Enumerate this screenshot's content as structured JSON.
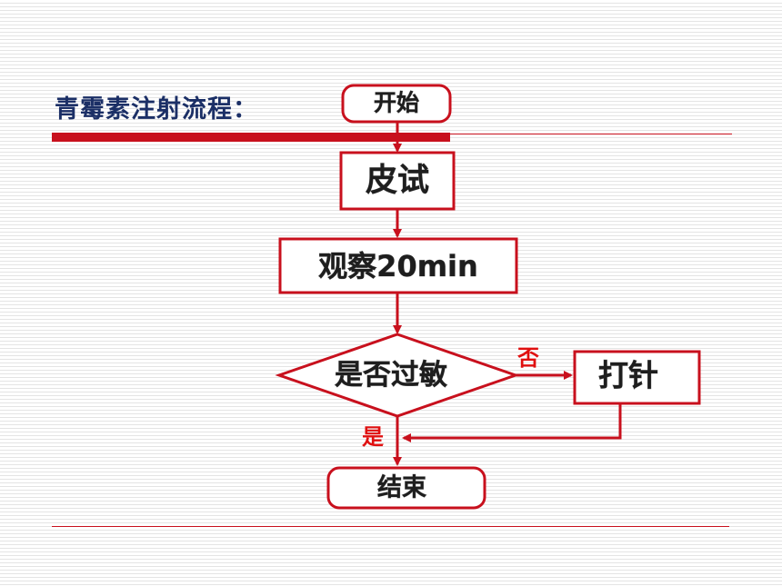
{
  "slide": {
    "title": "青霉素注射流程："
  },
  "flowchart": {
    "nodes": {
      "start": "开始",
      "skin_test": "皮试",
      "observe": "观察20min",
      "decision": "是否过敏",
      "inject": "打针",
      "end": "结束"
    },
    "edge_labels": {
      "no": "否",
      "yes": "是"
    }
  },
  "colors": {
    "accent_red": "#c8101d",
    "label_red": "#e01010",
    "title_navy": "#1b2f66",
    "text_dark": "#1e1e1e"
  }
}
